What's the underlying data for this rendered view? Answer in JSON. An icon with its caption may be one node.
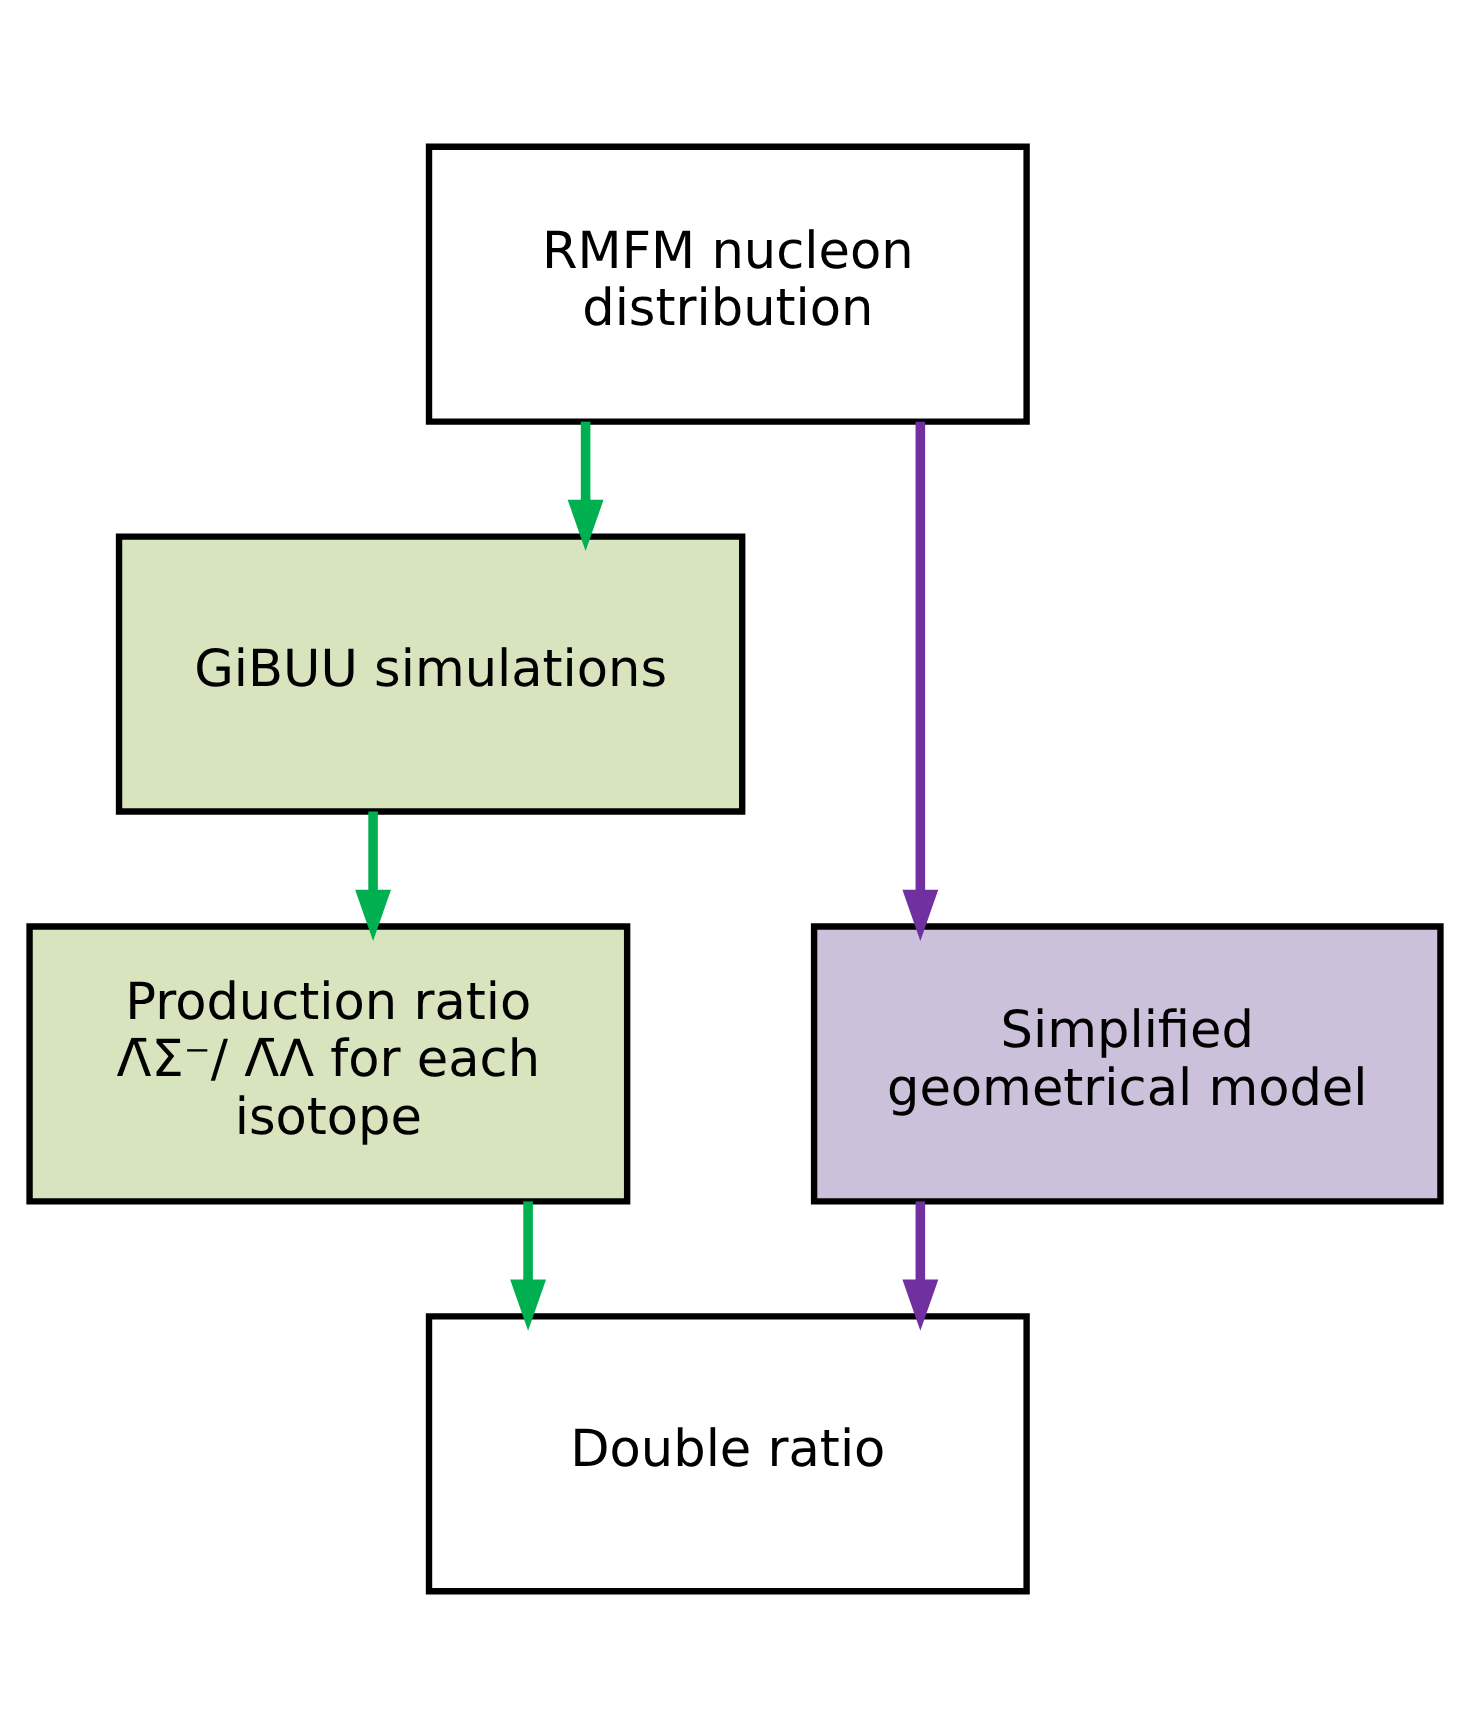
{
  "diagram": {
    "nodes": [
      {
        "text": [
          "RMFM nucleon distribution"
        ]
      },
      {
        "text": [
          "GiBUU simulations"
        ]
      },
      {
        "text": [
          "Production ratio Λ̄Σ⁻/ Λ̄Λ for each isotope"
        ]
      },
      {
        "text": [
          "Simplified geometrical model"
        ]
      },
      {
        "text": [
          "Double ratio"
        ]
      }
    ],
    "edges": [
      {
        "from": 0,
        "to": 1,
        "arrow": "to"
      },
      {
        "from": 0,
        "to": 3,
        "arrow": "to",
        "color": "#7030a0"
      },
      {
        "from": 1,
        "to": 2,
        "arrow": "to"
      },
      {
        "from": 2,
        "to": 4,
        "arrow": "to"
      },
      {
        "from": 3,
        "to": 4,
        "arrow": "to",
        "color": "#7030a0"
      }
    ]
  }
}
